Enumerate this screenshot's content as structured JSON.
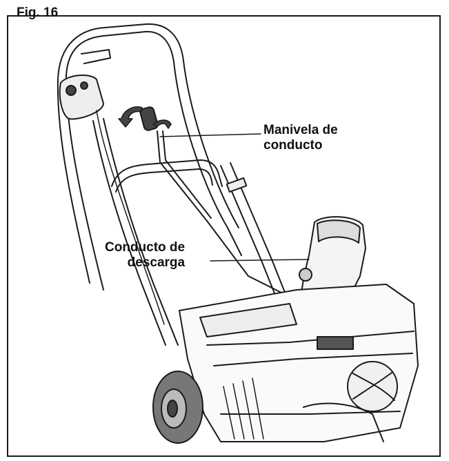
{
  "figure": {
    "label": "Fig. 16"
  },
  "callouts": {
    "crank": {
      "line1": "Manivela de",
      "line2": "conducto"
    },
    "chute": {
      "line1": "Conducto de",
      "line2": "descarga"
    }
  },
  "colors": {
    "line": "#1a1a1a",
    "background": "#ffffff",
    "shade": "#d9d9d9",
    "dark": "#6b6b6b"
  },
  "icons": [
    "rotation-arrow-icon",
    "rotation-arrow-icon"
  ]
}
